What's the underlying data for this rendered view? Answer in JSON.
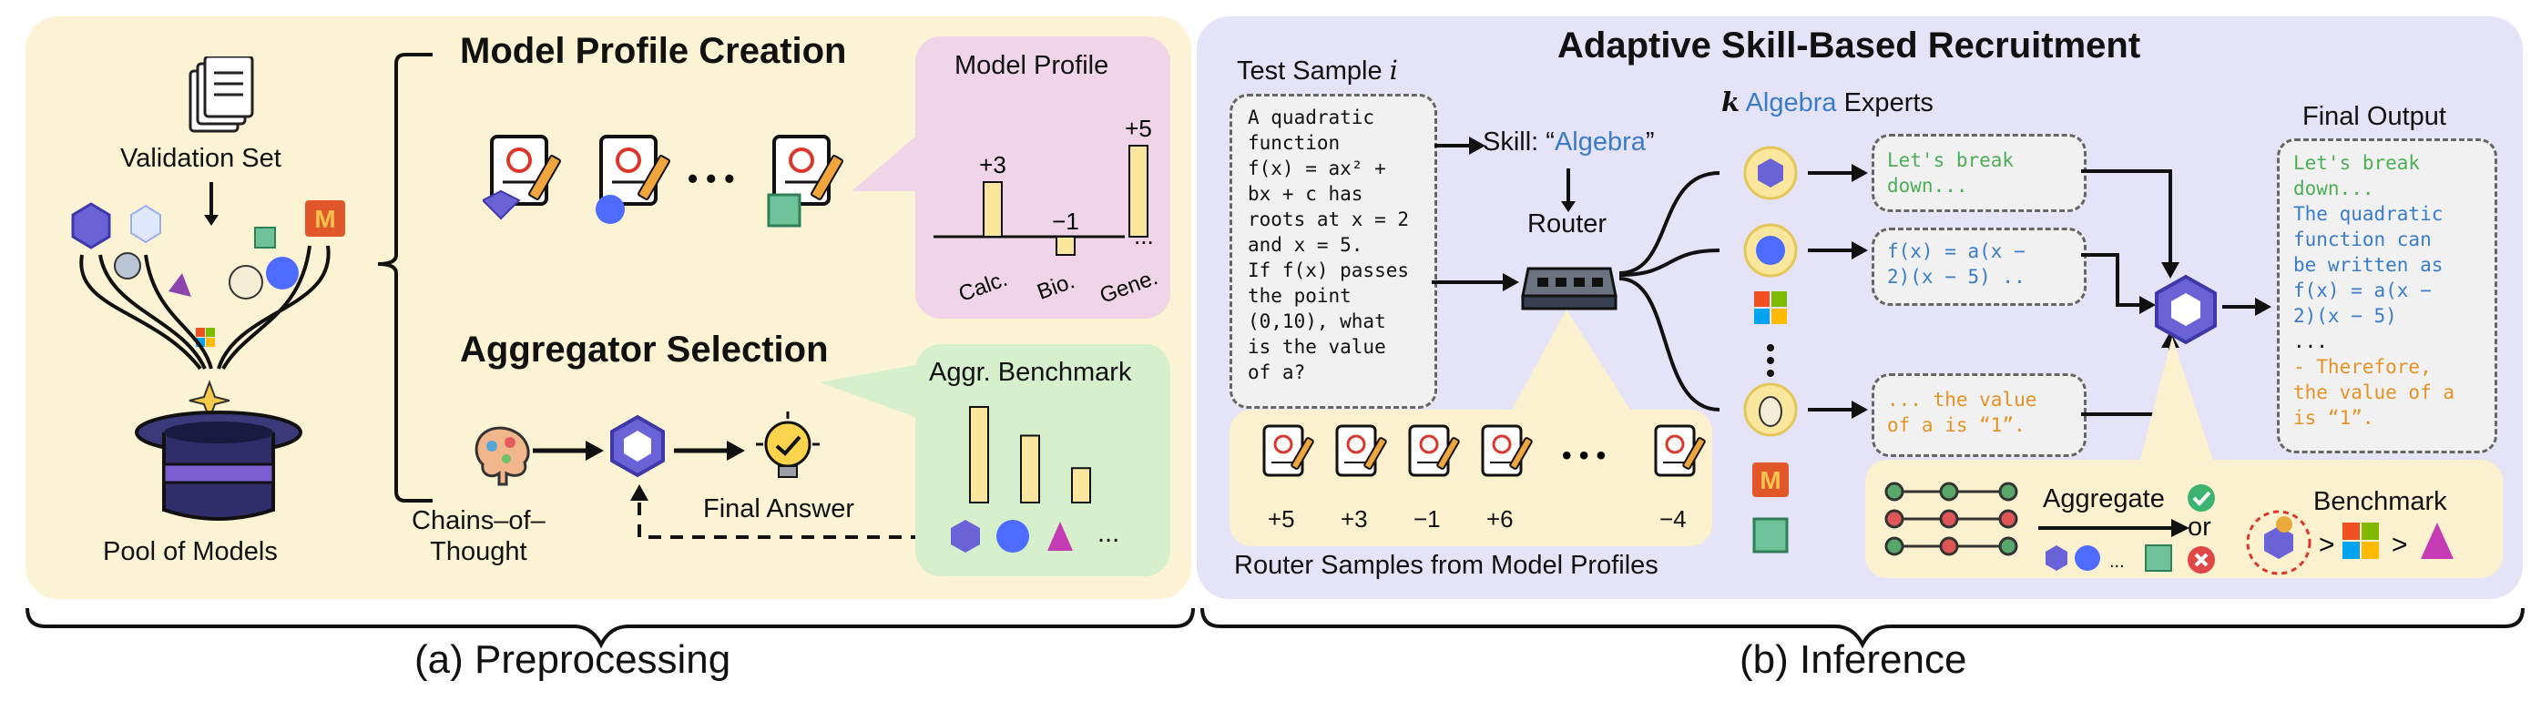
{
  "preprocessing": {
    "validation_label": "Validation Set",
    "pool_label": "Pool of Models",
    "profile_title": "Model Profile Creation",
    "profile_ellipsis": "• • •",
    "model_profile": {
      "title": "Model Profile",
      "bars": [
        {
          "label": "Calc.",
          "value": 3,
          "value_label": "+3"
        },
        {
          "label": "Bio.",
          "value": -1,
          "value_label": "−1"
        },
        {
          "label": "Gene.",
          "value": 5,
          "value_label": "+5"
        }
      ],
      "more": "..."
    },
    "aggregator_title": "Aggregator Selection",
    "cot_label": "Chains–of–\nThought",
    "final_answer_label": "Final Answer",
    "aggr_benchmark": {
      "title": "Aggr. Benchmark",
      "values": [
        5,
        3.5,
        1.8
      ],
      "more": "..."
    },
    "caption": "(a) Preprocessing"
  },
  "inference": {
    "title": "Adaptive Skill-Based Recruitment",
    "test_sample_label": "Test Sample ",
    "test_sample_var": "i",
    "test_sample_text": [
      "A quadratic",
      "function",
      "f(x) = ax² +",
      "bx + c has",
      "roots at x = 2",
      "and x = 5.",
      "If f(x) passes",
      "the point",
      "(0,10), what",
      "is the value",
      "of a?"
    ],
    "skill_label": "Skill: “",
    "skill_value": "Algebra",
    "skill_close": "”",
    "router_label": "Router",
    "experts_k": "k",
    "experts_skill": "Algebra",
    "experts_label": "Experts",
    "expert_outputs": [
      {
        "lines": [
          "Let's break",
          "down..."
        ],
        "color": "#4cae55"
      },
      {
        "lines": [
          "f(x) = a(x −",
          "2)(x − 5)  .."
        ],
        "color": "#3a7cc9"
      },
      {
        "lines": [
          "... the value",
          "of a is “1”."
        ],
        "color": "#e59224"
      }
    ],
    "profile_scores": [
      "+5",
      "+3",
      "−1",
      "+6",
      "−4"
    ],
    "router_samples_label": "Router Samples from Model Profiles",
    "aggregate_label": "Aggregate",
    "or_label": "or",
    "benchmark_label": "Benchmark",
    "final_output": {
      "title": "Final Output",
      "green": [
        "Let's break",
        "down..."
      ],
      "blue": [
        "The quadratic",
        "function can",
        "be written as",
        "f(x) = a(x −",
        "2)(x − 5)"
      ],
      "dots": "...",
      "orange": [
        "- Therefore,",
        "the value of a",
        "is “1”."
      ]
    },
    "caption": "(b) Inference"
  },
  "colors": {
    "panel_a": "#fbf3d4",
    "panel_b": "#e5e3f7",
    "bar_fill": "#fbe69e",
    "green_text": "#4cae55",
    "blue_text": "#3a7cc9",
    "orange_text": "#e59224"
  }
}
